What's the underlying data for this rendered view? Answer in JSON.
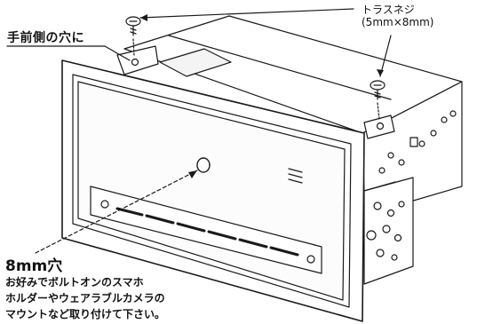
{
  "labels": {
    "front_holes": "手前側の穴に",
    "screw_name": "トラスネジ",
    "screw_size": "(5mm×8mm)",
    "hole_title": "8mm穴",
    "hole_desc": [
      "お好みでボルトオンのスマホ",
      "ホルダーやウェアラブルカメラの",
      "マウントなど取り付けて下さい。"
    ]
  },
  "illustration": {
    "subject": "2DIN mounting bracket with front panel",
    "line_color": "#1a1a1a",
    "background": "#ffffff"
  }
}
